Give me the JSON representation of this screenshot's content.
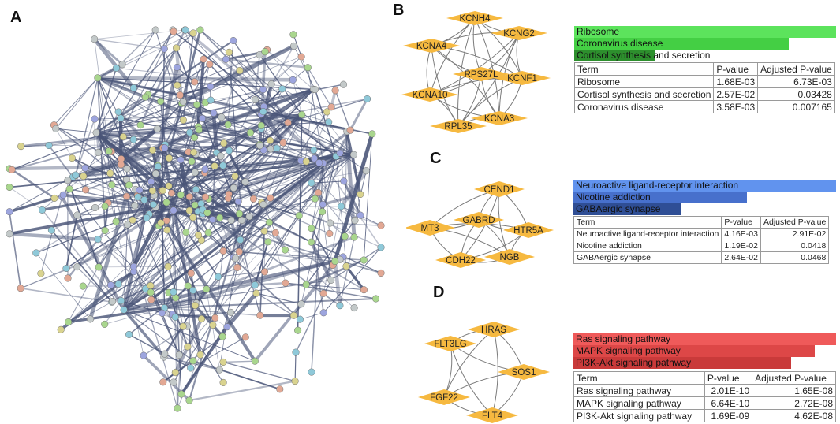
{
  "panels": {
    "a": {
      "letter": "A"
    },
    "b": {
      "letter": "B",
      "genes": [
        "KCNH4",
        "KCNG2",
        "KCNA4",
        "RPS27L",
        "KCNF1",
        "KCNA10",
        "KCNA3",
        "RPL35"
      ],
      "bars": [
        {
          "label": "Ribosome",
          "value": 1.0,
          "color": "#5ce35c"
        },
        {
          "label": "Coronavirus disease",
          "value": 0.82,
          "color": "#44cf44"
        },
        {
          "label": "Cortisol synthesis and secretion",
          "value": 0.31,
          "color": "#2d8f2d"
        }
      ],
      "table": {
        "headers": [
          "Term",
          "P-value",
          "Adjusted P-value"
        ],
        "rows": [
          [
            "Ribosome",
            "1.68E-03",
            "6.73E-03"
          ],
          [
            "Cortisol synthesis and secretion",
            "2.57E-02",
            "0.03428"
          ],
          [
            "Coronavirus disease",
            "3.58E-03",
            "0.007165"
          ]
        ]
      }
    },
    "c": {
      "letter": "C",
      "genes": [
        "CEND1",
        "GABRD",
        "HTR5A",
        "MT3",
        "CDH22",
        "NGB"
      ],
      "bars": [
        {
          "label": "Neuroactive ligand-receptor interaction",
          "value": 1.0,
          "color": "#6193ee"
        },
        {
          "label": "Nicotine addiction",
          "value": 0.66,
          "color": "#4770cc"
        },
        {
          "label": "GABAergic synapse",
          "value": 0.41,
          "color": "#2f4e95"
        }
      ],
      "table": {
        "headers": [
          "Term",
          "P-value",
          "Adjusted P-value"
        ],
        "rows": [
          [
            "Neuroactive ligand-receptor interaction",
            "4.16E-03",
            "2.91E-02"
          ],
          [
            "Nicotine addiction",
            "1.19E-02",
            "0.0418"
          ],
          [
            "GABAergic synapse",
            "2.64E-02",
            "0.0468"
          ]
        ]
      }
    },
    "d": {
      "letter": "D",
      "genes": [
        "HRAS",
        "FLT3LG",
        "SOS1",
        "FGF22",
        "FLT4"
      ],
      "bars": [
        {
          "label": "Ras signaling pathway",
          "value": 1.0,
          "color": "#ef5a5a"
        },
        {
          "label": "MAPK signaling pathway",
          "value": 0.92,
          "color": "#dd4747"
        },
        {
          "label": "PI3K-Akt signaling pathway",
          "value": 0.83,
          "color": "#c93a3a"
        }
      ],
      "table": {
        "headers": [
          "Term",
          "P-value",
          "Adjusted P-value"
        ],
        "rows": [
          [
            "Ras signaling pathway",
            "2.01E-10",
            "1.65E-08"
          ],
          [
            "MAPK signaling pathway",
            "6.64E-10",
            "2.72E-08"
          ],
          [
            "PI3K-Akt signaling pathway",
            "1.69E-09",
            "4.62E-08"
          ]
        ]
      }
    }
  },
  "colors": {
    "node_diamond": "#f6b940",
    "edge": "#7a7a7a",
    "network_edge": "#4a5578",
    "ppi_node_palette": [
      "#a9d68e",
      "#8fc9d9",
      "#9da5de",
      "#e2a894",
      "#d9d38f",
      "#c3c9c9"
    ]
  }
}
